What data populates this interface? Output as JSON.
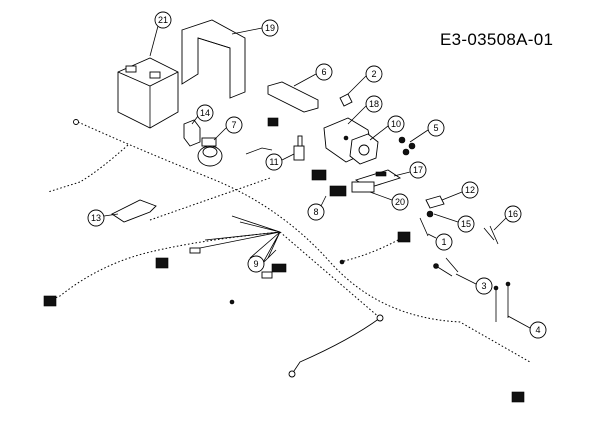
{
  "drawing_ref": "E3-03508A-01",
  "callouts": [
    "21",
    "19",
    "6",
    "2",
    "18",
    "10",
    "5",
    "14",
    "7",
    "11",
    "17",
    "12",
    "15",
    "16",
    "8",
    "20",
    "1",
    "13",
    "9",
    "3",
    "4"
  ]
}
